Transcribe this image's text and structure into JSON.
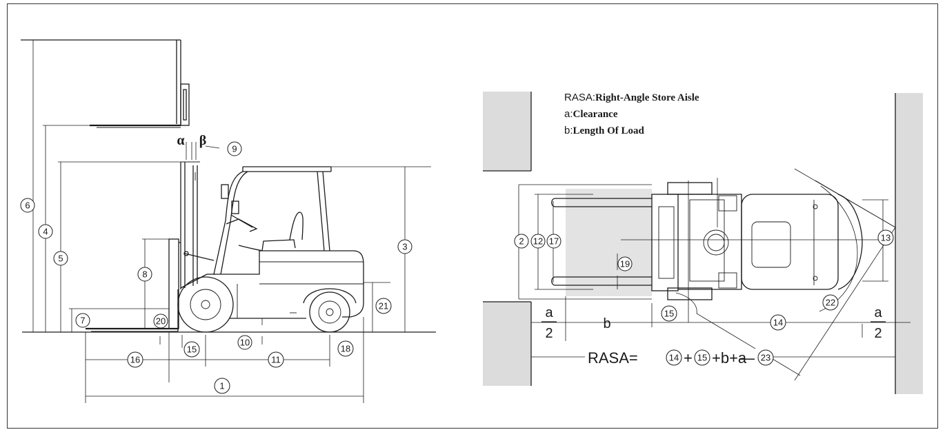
{
  "side_view": {
    "callouts": [
      "1",
      "3",
      "4",
      "5",
      "6",
      "7",
      "8",
      "9",
      "10",
      "11",
      "15",
      "16",
      "18",
      "20",
      "21"
    ],
    "tilt_forward": "α",
    "tilt_backward": "β"
  },
  "top_view": {
    "legend": {
      "rasa_key": "RASA",
      "rasa_sep": ":",
      "rasa_text": "Right-Angle Store Aisle",
      "a_key": "a",
      "a_sep": ":",
      "a_text": "Clearance",
      "b_key": "b",
      "b_sep": ":",
      "b_text": "Length Of Load"
    },
    "callouts": [
      "2",
      "12",
      "17",
      "19",
      "13",
      "15",
      "14",
      "22",
      "23"
    ],
    "half_a_num": "a",
    "half_a_den": "2",
    "b_label": "b",
    "formula": {
      "prefix": "RASA=",
      "term1": "14",
      "plus1": "+",
      "term2": "15",
      "suffix": "+b+a",
      "dash": "—",
      "term3": "23"
    }
  }
}
